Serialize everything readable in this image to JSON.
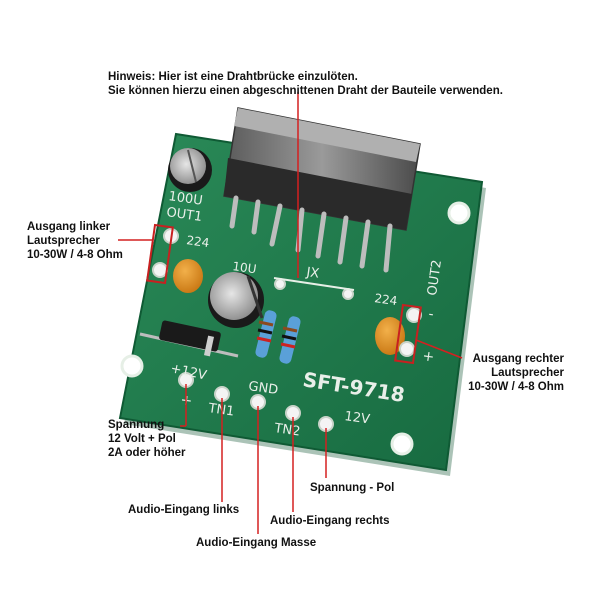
{
  "callouts": {
    "hint_line1": "Hinweis:  Hier ist eine Drahtbrücke einzulöten.",
    "hint_line2": "Sie können hierzu einen abgeschnittenen Draht der Bauteile verwenden.",
    "out_left_line1": "Ausgang linker",
    "out_left_line2": "Lautsprecher",
    "out_left_line3": "10-30W / 4-8 Ohm",
    "out_right_line1": "Ausgang rechter",
    "out_right_line2": "Lautsprecher",
    "out_right_line3": "10-30W / 4-8 Ohm",
    "power_pos_line1": "Spannung",
    "power_pos_line2": "12 Volt + Pol",
    "power_pos_line3": "2A oder höher",
    "audio_left": "Audio-Eingang links",
    "audio_gnd": "Audio-Eingang Masse",
    "audio_right": "Audio-Eingang rechts",
    "power_neg": "Spannung - Pol"
  },
  "silkscreen": {
    "cap_top": "100U",
    "out1": "OUT1",
    "cap_224_left": "224",
    "cap_10u": "10U",
    "jx": "JX",
    "cap_224_right": "224",
    "out2": "OUT2",
    "minus_out2": "-",
    "plus_out2": "+",
    "v12_left": "+12V",
    "plus_left": "+",
    "gnd": "GND",
    "tn1": "TN1",
    "tn2": "TN2",
    "model": "SFT-9718",
    "v12_right": "12V"
  },
  "colors": {
    "pcb": "#1e7a4d",
    "pcb_dark": "#155f3a",
    "callout_line": "#d42020",
    "box": "#c82020"
  }
}
